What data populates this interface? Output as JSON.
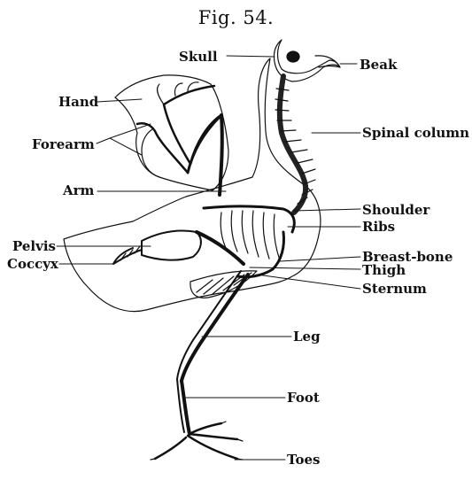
{
  "figure": {
    "title": "Fig. 54."
  },
  "labels": {
    "skull": "Skull",
    "beak": "Beak",
    "hand": "Hand",
    "spinal_column": "Spinal column",
    "forearm": "Forearm",
    "arm": "Arm",
    "shoulder": "Shoulder",
    "ribs": "Ribs",
    "pelvis": "Pelvis",
    "coccyx": "Coccyx",
    "breast_bone": "Breast-bone",
    "thigh": "Thigh",
    "sternum": "Sternum",
    "leg": "Leg",
    "foot": "Foot",
    "toes": "Toes"
  },
  "colors": {
    "ink": "#111111",
    "background": "#ffffff"
  }
}
